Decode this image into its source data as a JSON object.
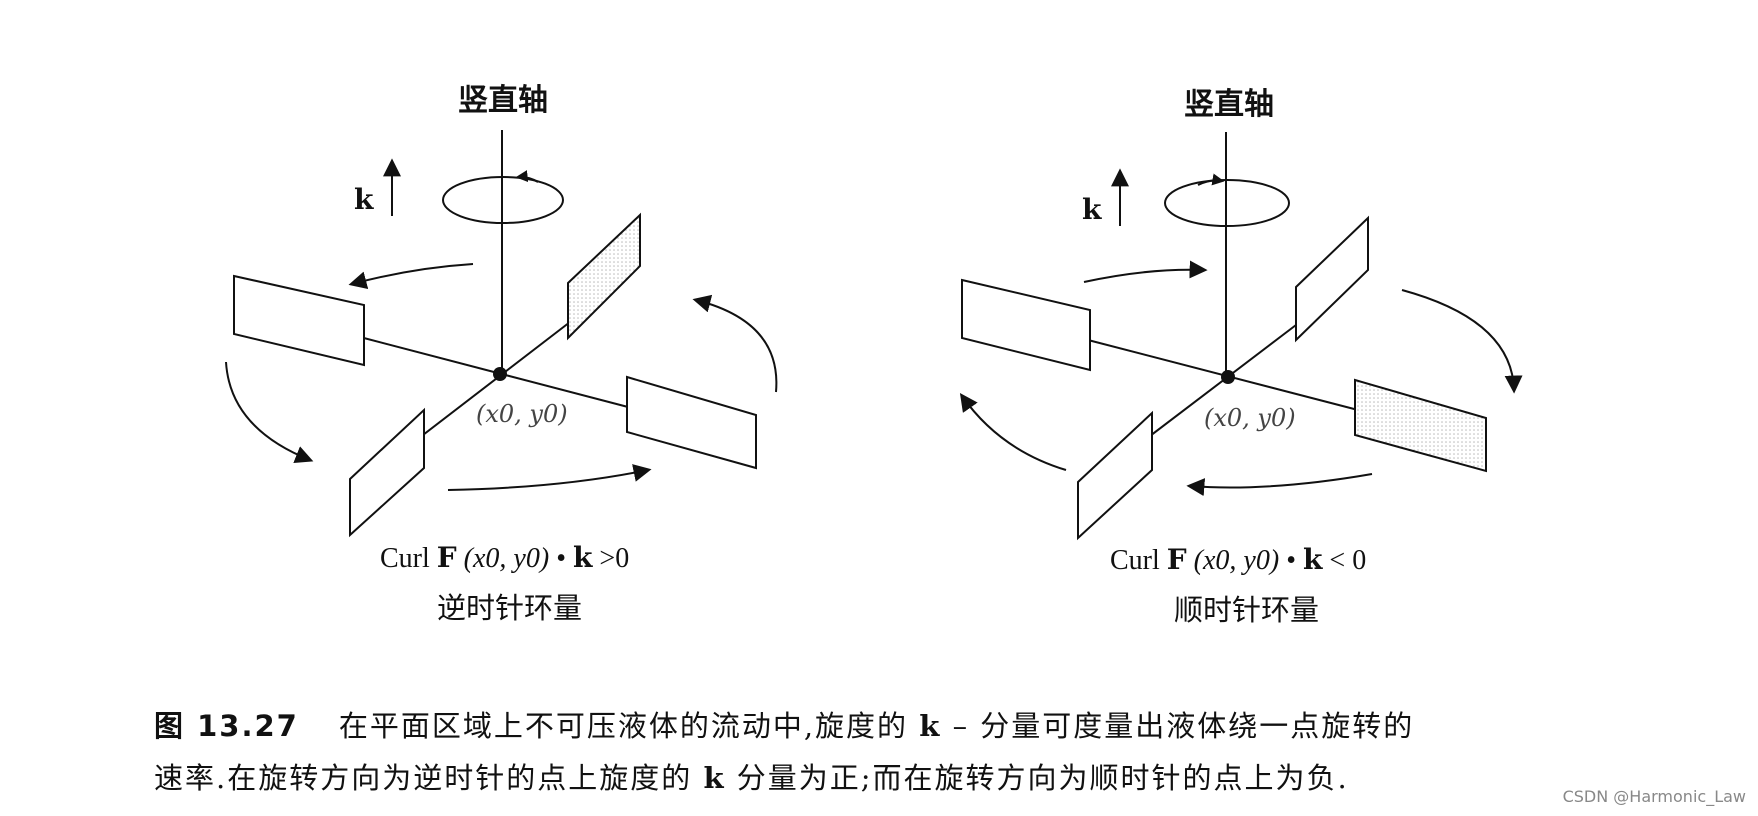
{
  "panels": [
    {
      "axis_title": "竖直轴",
      "k_label": "k",
      "point_label": "(x0, y0)",
      "formula": {
        "prefix": "Curl ",
        "vector": "F",
        "args": "(x0, y0)",
        "dot": " • ",
        "k": "k",
        "relation": ">0"
      },
      "caption": "逆时针环量"
    },
    {
      "axis_title": "竖直轴",
      "k_label": "k",
      "point_label": "(x0, y0)",
      "formula": {
        "prefix": "Curl ",
        "vector": "F",
        "args": "(x0, y0)",
        "dot": " • ",
        "k": "k",
        "relation": "< 0"
      },
      "caption": "顺时针环量"
    }
  ],
  "figure_caption": {
    "number": "图 13.27",
    "line1_a": "在平面区域上不可压液体的流动中,旋度的",
    "line1_k": "k",
    "line1_b": " – 分量可度量出液体绕一点旋转的",
    "line2_a": "速率.在旋转方向为逆时针的点上旋度的",
    "line2_k": "k",
    "line2_b": "分量为正;而在旋转方向为顺时针的点上为负."
  },
  "watermark": "CSDN @Harmonic_Law"
}
